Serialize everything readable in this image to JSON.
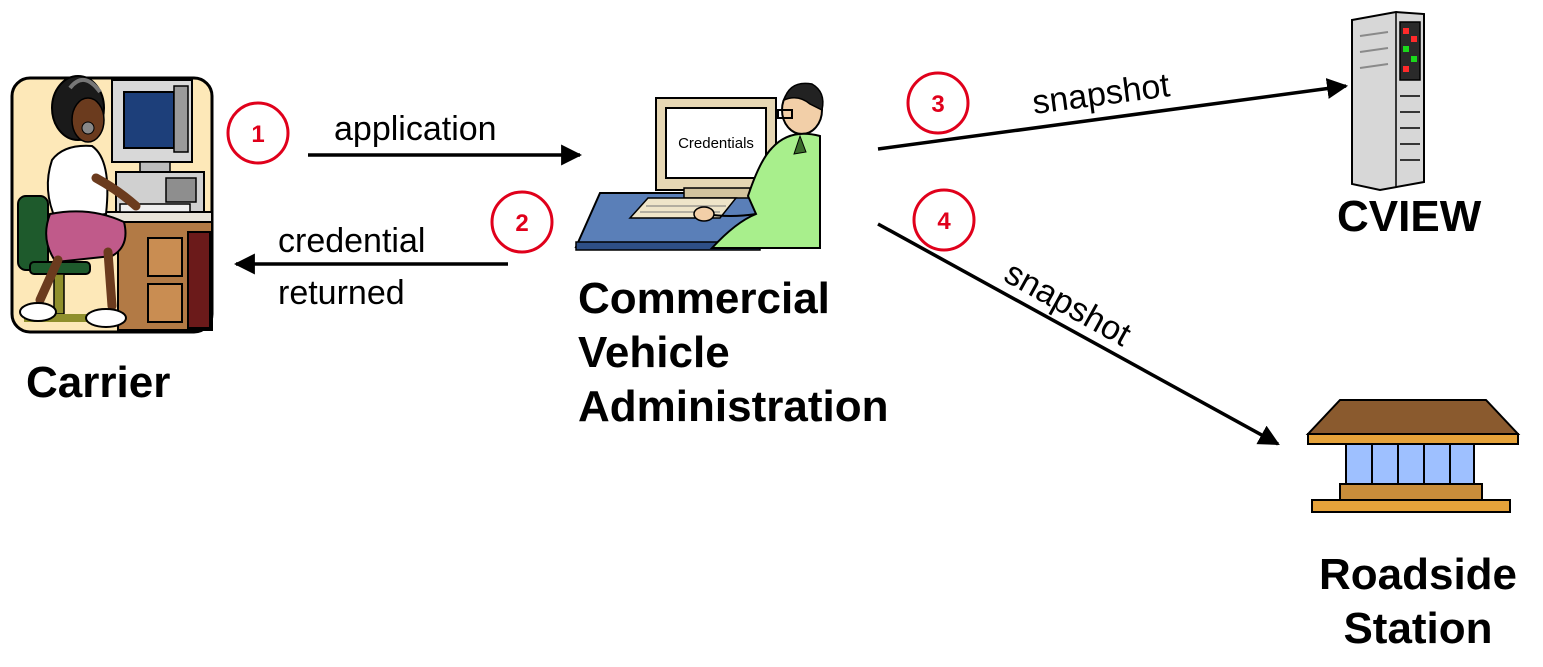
{
  "actors": {
    "carrier": "Carrier",
    "cva": [
      "Commercial",
      "Vehicle",
      "Administration"
    ],
    "cview": "CVIEW",
    "roadside": [
      "Roadside",
      "Station"
    ]
  },
  "flows": {
    "step1": {
      "number": "1",
      "label": "application"
    },
    "step2": {
      "number": "2",
      "label_lines": [
        "credential",
        "returned"
      ]
    },
    "step3": {
      "number": "3",
      "label": "snapshot"
    },
    "step4": {
      "number": "4",
      "label": "snapshot"
    }
  },
  "screen_text": "Credentials",
  "colors": {
    "step_marker": "#e0001b",
    "arrow": "#000000"
  }
}
